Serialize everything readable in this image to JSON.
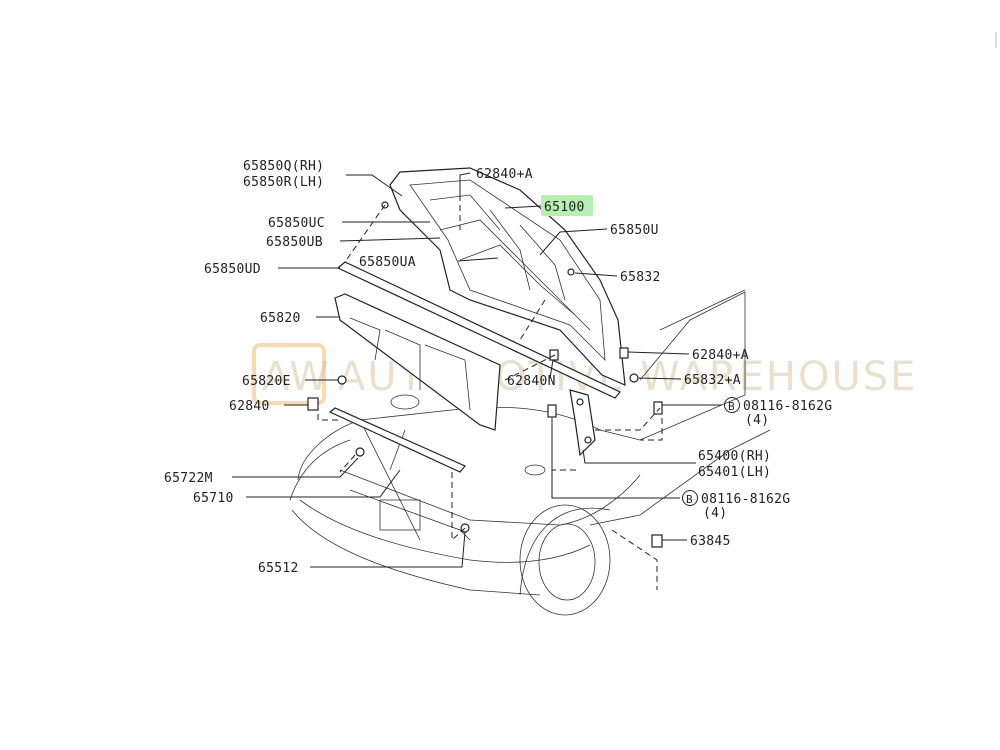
{
  "highlight_color": "#b6f0b0",
  "watermark": {
    "logo": "AW",
    "text": "AUTOMOTIVE WAREHOUSE"
  },
  "labels": {
    "p65850q": "65850Q(RH)",
    "p65850r": "65850R(LH)",
    "p62840a_top": "62840+A",
    "p65100": "65100",
    "p65850uc": "65850UC",
    "p65850u": "65850U",
    "p65850ub": "65850UB",
    "p65850ud": "65850UD",
    "p65850ua": "65850UA",
    "p65832": "65832",
    "p65820": "65820",
    "p62840a_mid": "62840+A",
    "p65820e": "65820E",
    "p62840n": "62840N",
    "p65832a": "65832+A",
    "p62840": "62840",
    "p08116_a": "08116-8162G",
    "p08116_a_qty": "(4)",
    "p65400": "65400(RH)",
    "p65401": "65401(LH)",
    "p65722m": "65722M",
    "p65710": "65710",
    "p08116_b": "08116-8162G",
    "p08116_b_qty": "(4)",
    "p63845": "63845",
    "p65512": "65512",
    "bolt_symbol": "B"
  }
}
